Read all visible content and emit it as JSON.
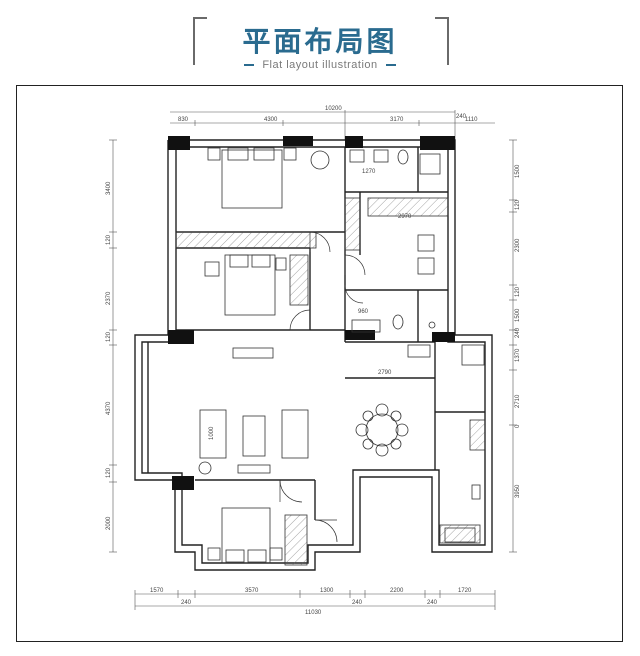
{
  "header": {
    "title": "平面布局图",
    "subtitle": "Flat layout illustration"
  },
  "dimensions": {
    "top_total": "10200",
    "top_segments": [
      "830",
      "4300",
      "3170",
      "240",
      "1110"
    ],
    "bottom_total": "11030",
    "bottom_segments": [
      "1570",
      "240",
      "3570",
      "1300",
      "240",
      "2200",
      "240",
      "1720"
    ],
    "left_segments": [
      "3400",
      "120",
      "2370",
      "120",
      "4370",
      "120",
      "2000"
    ],
    "right_segments": [
      "1500",
      "120",
      "2300",
      "120",
      "1500",
      "240",
      "1370",
      "2710",
      "0",
      "3950"
    ],
    "inner": [
      "1270",
      "2970",
      "960",
      "2790",
      "1000"
    ]
  }
}
